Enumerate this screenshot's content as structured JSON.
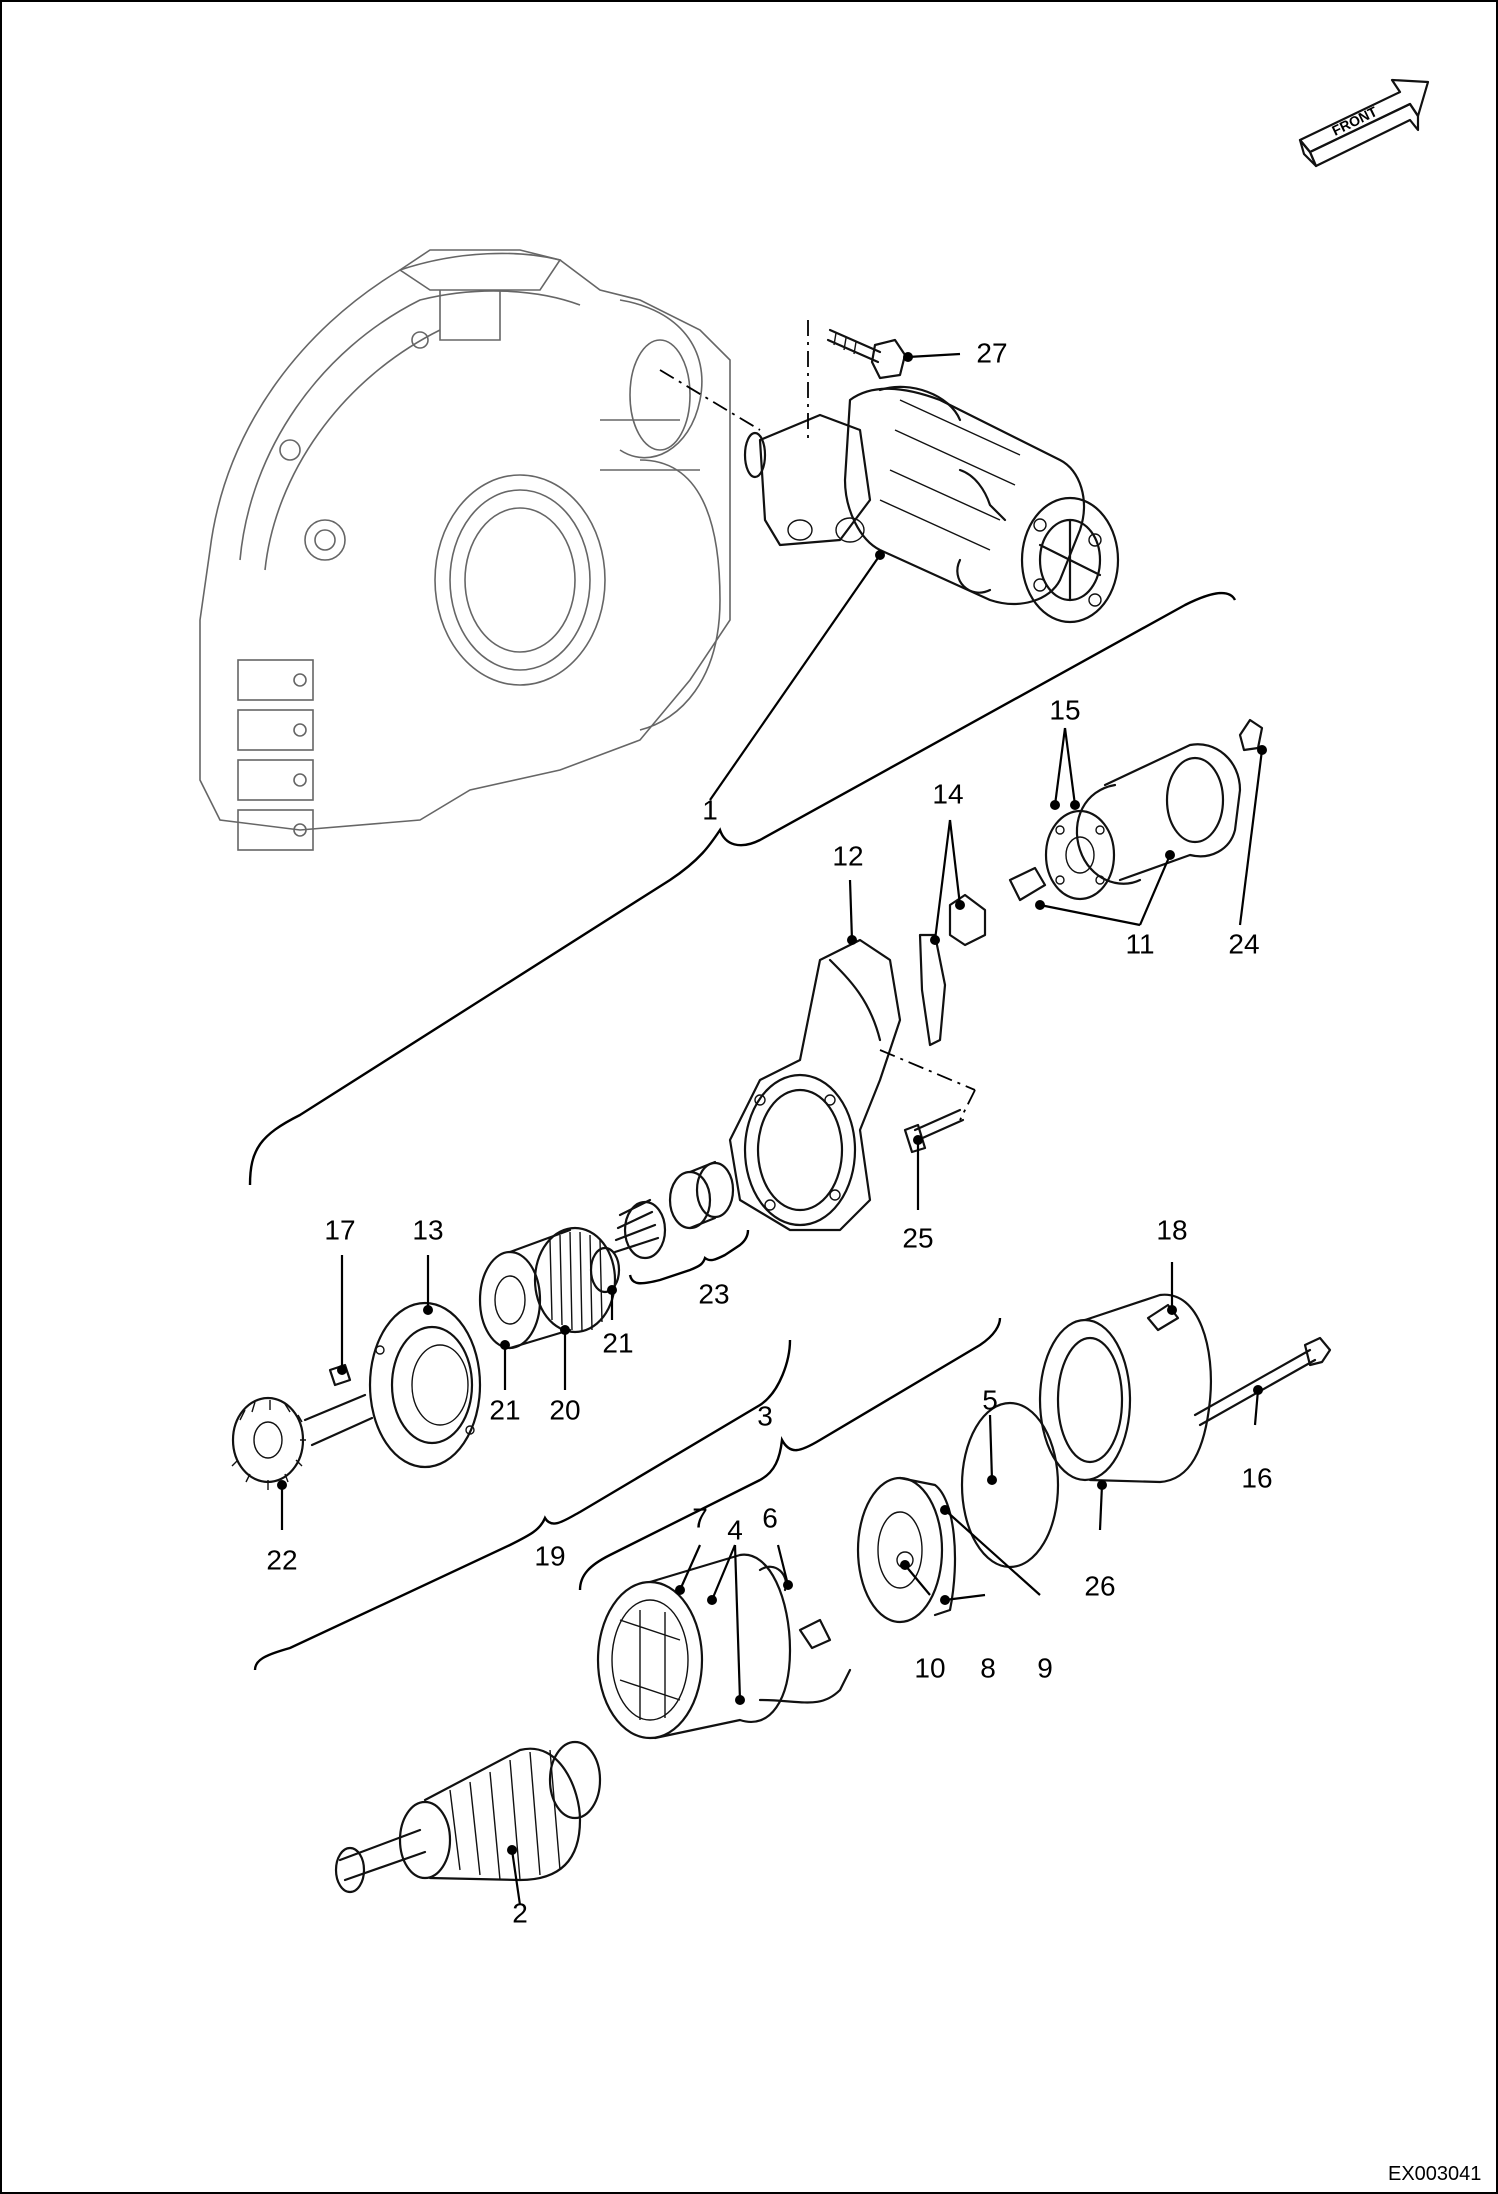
{
  "diagram": {
    "figure_code": "EX003041",
    "direction_label": "FRONT",
    "callouts": [
      {
        "id": "c1",
        "label": "1"
      },
      {
        "id": "c2",
        "label": "2"
      },
      {
        "id": "c3",
        "label": "3"
      },
      {
        "id": "c4",
        "label": "4"
      },
      {
        "id": "c5",
        "label": "5"
      },
      {
        "id": "c6",
        "label": "6"
      },
      {
        "id": "c7",
        "label": "7"
      },
      {
        "id": "c8",
        "label": "8"
      },
      {
        "id": "c9",
        "label": "9"
      },
      {
        "id": "c10",
        "label": "10"
      },
      {
        "id": "c11",
        "label": "11"
      },
      {
        "id": "c12",
        "label": "12"
      },
      {
        "id": "c13",
        "label": "13"
      },
      {
        "id": "c14",
        "label": "14"
      },
      {
        "id": "c15",
        "label": "15"
      },
      {
        "id": "c16",
        "label": "16"
      },
      {
        "id": "c17",
        "label": "17"
      },
      {
        "id": "c18",
        "label": "18"
      },
      {
        "id": "c19",
        "label": "19"
      },
      {
        "id": "c20",
        "label": "20"
      },
      {
        "id": "c21a",
        "label": "21"
      },
      {
        "id": "c21b",
        "label": "21"
      },
      {
        "id": "c22",
        "label": "22"
      },
      {
        "id": "c23",
        "label": "23"
      },
      {
        "id": "c24",
        "label": "24"
      },
      {
        "id": "c25",
        "label": "25"
      },
      {
        "id": "c26",
        "label": "26"
      },
      {
        "id": "c27",
        "label": "27"
      }
    ]
  }
}
